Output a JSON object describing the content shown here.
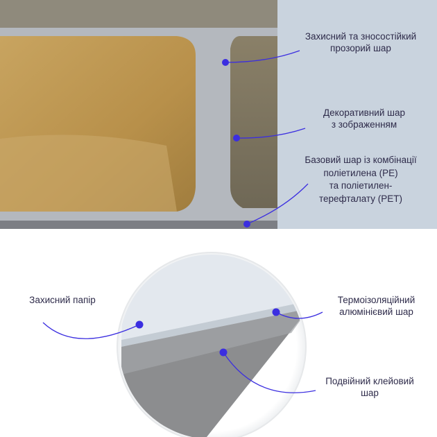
{
  "top_labels": {
    "protective_layer": [
      "Захисний та зносостійкий",
      "прозорий шар"
    ],
    "decor_layer": [
      "Декоративний шар",
      "з зображенням"
    ],
    "base_layer": [
      "Базовий шар із комбінації",
      "поліетилена (PE)",
      "та поліетилен-",
      "терефталату (PET)"
    ]
  },
  "bottom_labels": {
    "protective_paper": "Захисний папір",
    "aluminum_layer": [
      "Термоізоляційний",
      "алюмінієвий шар"
    ],
    "adhesive_layer": [
      "Подвійний клейовий",
      "шар"
    ]
  },
  "colors": {
    "accent": "#3b2ee0",
    "text": "#2e2b4a",
    "panel": "#c9d3de"
  }
}
